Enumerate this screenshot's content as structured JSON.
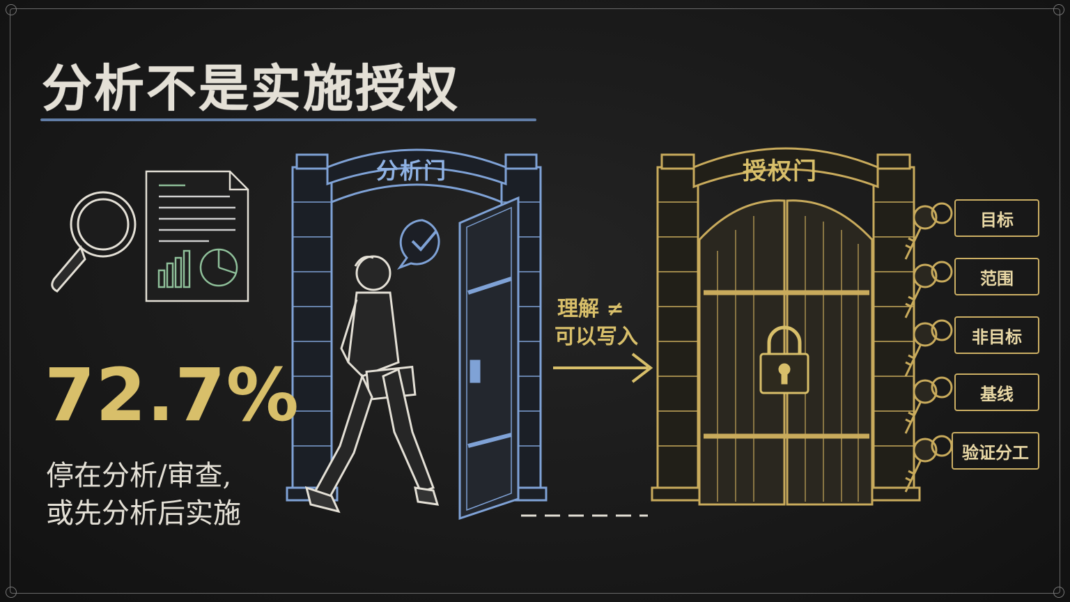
{
  "title": "分析不是实施授权",
  "stat": {
    "value": "72.7%",
    "line1": "停在分析/审查,",
    "line2": "或先分析后实施"
  },
  "analysis_gate": {
    "label": "分析门"
  },
  "auth_gate": {
    "label": "授权门"
  },
  "arrow": {
    "line1": "理解 ≠",
    "line2": "可以写入"
  },
  "keys": [
    "目标",
    "范围",
    "非目标",
    "基线",
    "验证分工"
  ],
  "colors": {
    "blue": "#8fb2e4",
    "gold": "#d8bf6a",
    "chalk": "#e4e0d6"
  }
}
